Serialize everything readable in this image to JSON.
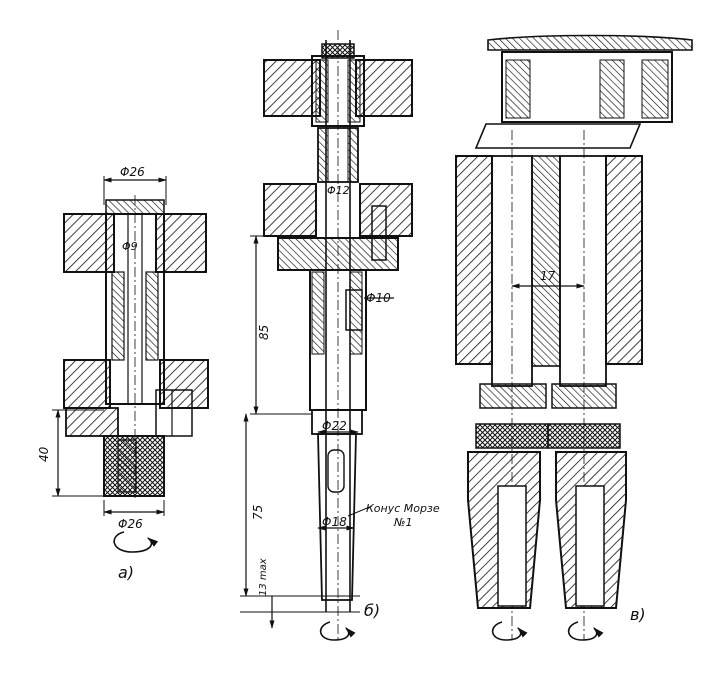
{
  "drawing_a": {
    "dim_top_diameter": "Φ26",
    "dim_inner_diameter": "Φ9",
    "dim_height": "40",
    "dim_bottom_diameter": "Φ26",
    "caption": "а)"
  },
  "drawing_b": {
    "dim_spindle_diameter": "Φ12",
    "dim_upper_length": "85",
    "dim_pin_diameter": "Φ10",
    "dim_mid_diameter": "Φ22",
    "dim_lower_length": "75",
    "taper_note_line1": "Конус Морзе",
    "taper_note_line2": "№1",
    "dim_lower_diameter": "Φ18",
    "dim_max_travel": "13 max",
    "caption": "б)"
  },
  "drawing_c": {
    "dim_center_distance": "17",
    "caption": "в)"
  },
  "colors": {
    "ink": "#111111",
    "paper": "#ffffff"
  }
}
